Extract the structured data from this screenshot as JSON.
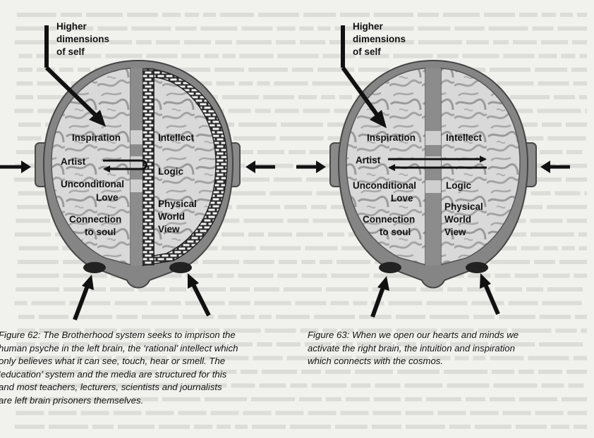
{
  "figures": [
    {
      "id": "fig62",
      "pointer_label": [
        "Higher",
        "dimensions",
        "of self"
      ],
      "left_labels": [
        "Inspiration",
        "Artist",
        "Unconditional",
        "Love",
        "Connection",
        "to soul"
      ],
      "right_labels": [
        "Intellect",
        "Logic",
        "Physical",
        "World",
        "View"
      ],
      "caption_number": "Figure 62:",
      "caption_lines": [
        "The Brotherhood system seeks to imprison the",
        "human psyche in the left brain, the ‘rational’ intellect which",
        "only believes what it can see, touch, hear or smell. The",
        "‘education’ system and the media are structured for this",
        "and most teachers, lecturers, scientists and journalists",
        "are left brain prisoners themselves."
      ]
    },
    {
      "id": "fig63",
      "pointer_label": [
        "Higher",
        "dimensions",
        "of self"
      ],
      "left_labels": [
        "Inspiration",
        "Artist",
        "Unconditional",
        "Love",
        "Connection",
        "to soul"
      ],
      "right_labels": [
        "Intellect",
        "Logic",
        "Physical",
        "World",
        "View"
      ],
      "caption_number": "Figure 63:",
      "caption_lines": [
        "When we open our hearts and minds we",
        "activate the right brain, the intuition and inspiration",
        "which connects with the cosmos."
      ]
    }
  ],
  "colors": {
    "paper": "#f1f1ee",
    "head_outline": "#6f6f6f",
    "brain_fill": "#d8d8d8",
    "ink": "#111111",
    "wall": "#2a2a2a"
  }
}
